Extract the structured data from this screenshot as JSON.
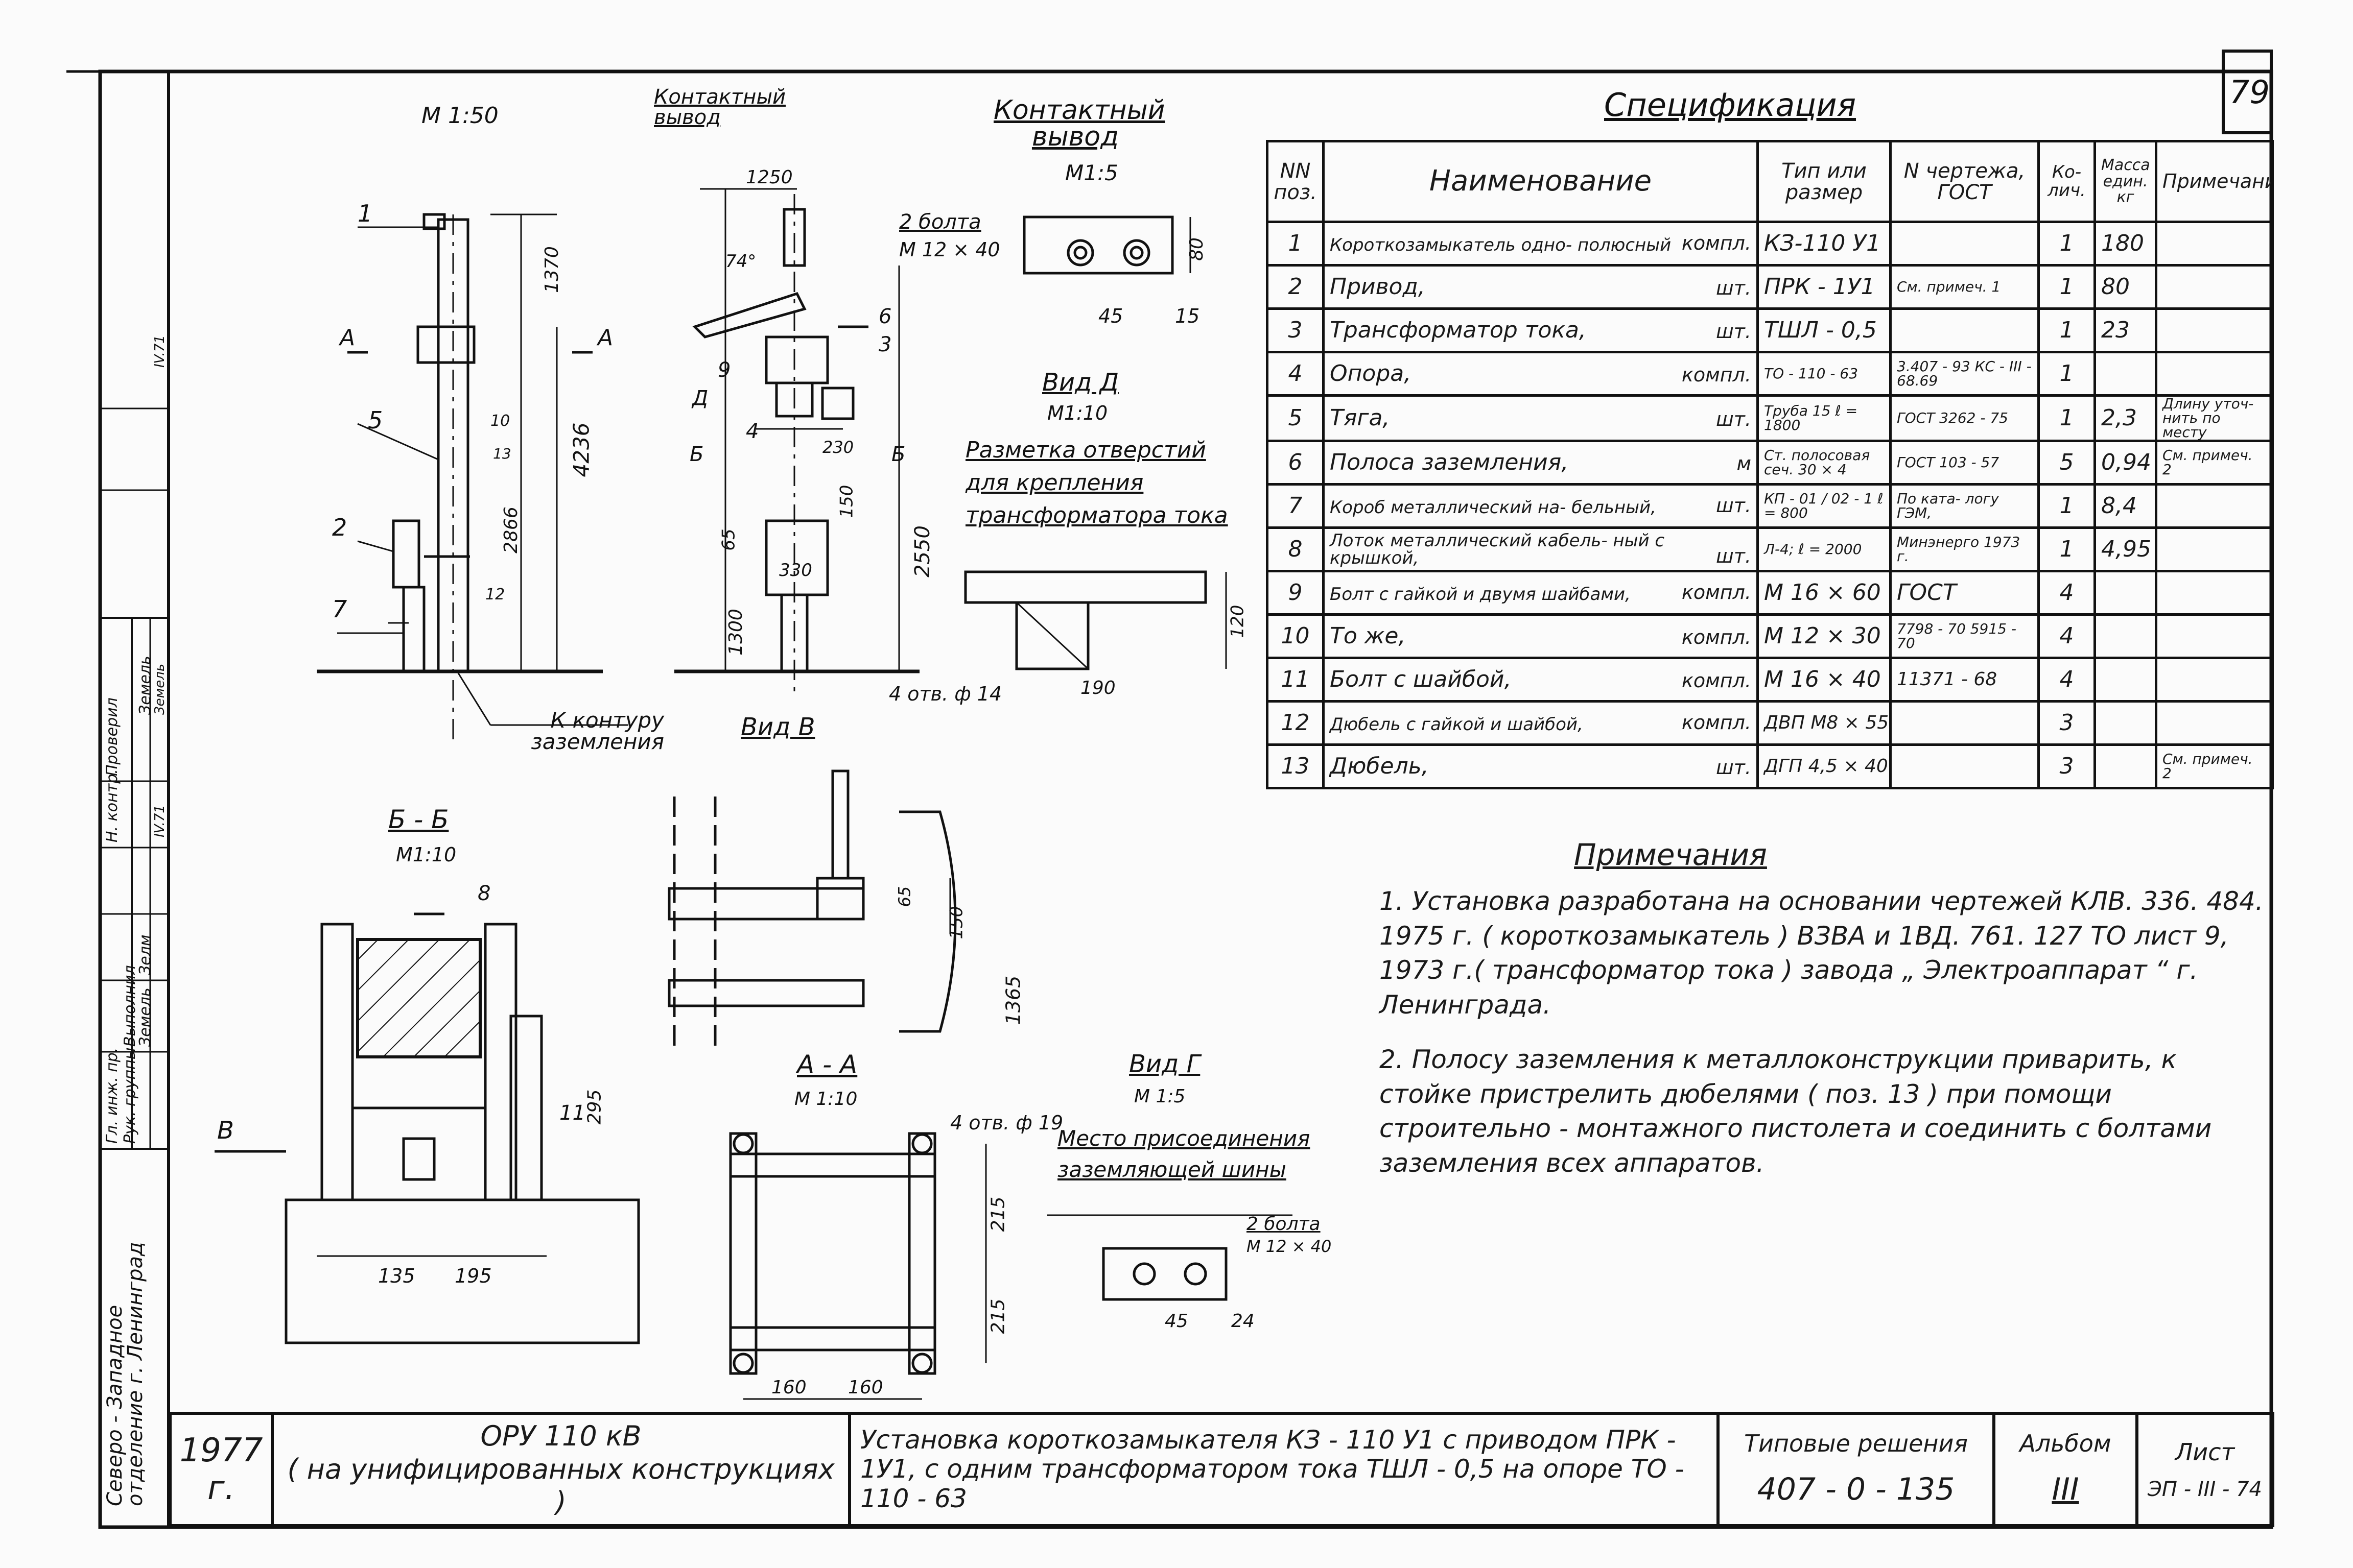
{
  "sheet": {
    "page_number": "79"
  },
  "drawings": {
    "main_scale": "М 1:50",
    "contact_lead_label": "Контактный вывод",
    "dims_main": [
      "1370",
      "4236",
      "2866",
      "1250",
      "2550",
      "1300",
      "65",
      "150",
      "330",
      "230",
      "74°",
      "120",
      "190"
    ],
    "callouts": [
      "1",
      "2",
      "3",
      "4",
      "5",
      "6",
      "7",
      "8",
      "9",
      "10",
      "11",
      "12",
      "13",
      "А",
      "Б",
      "Д"
    ],
    "ground_label": "К контуру заземления",
    "contact_detail": {
      "title": "Контактный вывод",
      "scale": "М1:5",
      "bolts": "2 болта",
      "bolt_size": "М 12 × 40",
      "dims": [
        "80",
        "45",
        "15"
      ]
    },
    "view_d": {
      "title": "Вид Д",
      "scale": "М1:10",
      "caption": "Разметка отверстий для крепления трансформатора тока",
      "holes": "4 отв. ф 14"
    },
    "view_v": {
      "title": "Вид В",
      "dims": [
        "65",
        "150",
        "1365"
      ]
    },
    "section_bb": {
      "title": "Б - Б",
      "scale": "М1:10",
      "dims": [
        "135",
        "195",
        "295"
      ],
      "arrow": "В"
    },
    "section_aa": {
      "title": "А - А",
      "scale": "М 1:10",
      "holes": "4 отв. ф 19",
      "dims": [
        "215",
        "215",
        "160",
        "160"
      ]
    },
    "view_g": {
      "title": "Вид Г",
      "scale": "М 1:5",
      "caption": "Место присоединения заземляющей шины",
      "bolts": "2 болта",
      "bolt_size": "М 12 × 40",
      "dims": [
        "45",
        "24"
      ]
    }
  },
  "spec": {
    "title": "Спецификация",
    "headers": [
      "NN поз.",
      "Наименование",
      "Тип или размер",
      "N чертежа, ГОСТ",
      "Ко- лич.",
      "Масса един. кг",
      "Примечание"
    ],
    "rows": [
      {
        "pos": "1",
        "name": "Короткозамыкатель одно- полюсный",
        "unit": "компл.",
        "type": "КЗ-110 У1",
        "gost": "",
        "qty": "1",
        "mass": "180",
        "note": ""
      },
      {
        "pos": "2",
        "name": "Привод,",
        "unit": "шт.",
        "type": "ПРК - 1У1",
        "gost": "См. примеч. 1",
        "qty": "1",
        "mass": "80",
        "note": ""
      },
      {
        "pos": "3",
        "name": "Трансформатор тока,",
        "unit": "шт.",
        "type": "ТШЛ - 0,5",
        "gost": "",
        "qty": "1",
        "mass": "23",
        "note": ""
      },
      {
        "pos": "4",
        "name": "Опора,",
        "unit": "компл.",
        "type": "ТО - 110 - 63",
        "gost": "3.407 - 93 КС - III - 68.69",
        "qty": "1",
        "mass": "",
        "note": ""
      },
      {
        "pos": "5",
        "name": "Тяга,",
        "unit": "шт.",
        "type": "Труба 15 ℓ = 1800",
        "gost": "ГОСТ 3262 - 75",
        "qty": "1",
        "mass": "2,3",
        "note": "Длину уточ- нить по месту"
      },
      {
        "pos": "6",
        "name": "Полоса заземления,",
        "unit": "м",
        "type": "Ст. полосовая сеч. 30 × 4",
        "gost": "ГОСТ 103 - 57",
        "qty": "5",
        "mass": "0,94",
        "note": "См. примеч. 2"
      },
      {
        "pos": "7",
        "name": "Короб металлический на- бельный,",
        "unit": "шт.",
        "type": "КП - 01 / 02 - 1 ℓ = 800",
        "gost": "По ката- логу ГЭМ,",
        "qty": "1",
        "mass": "8,4",
        "note": ""
      },
      {
        "pos": "8",
        "name": "Лоток металлический кабель- ный с крышкой,",
        "unit": "шт.",
        "type": "Л-4; ℓ = 2000",
        "gost": "Минэнерго 1973 г.",
        "qty": "1",
        "mass": "4,95",
        "note": ""
      },
      {
        "pos": "9",
        "name": "Болт с гайкой и двумя шайбами,",
        "unit": "компл.",
        "type": "М 16 × 60",
        "gost": "ГОСТ",
        "qty": "4",
        "mass": "",
        "note": ""
      },
      {
        "pos": "10",
        "name": "То же,",
        "unit": "компл.",
        "type": "М 12 × 30",
        "gost": "7798 - 70 5915 - 70",
        "qty": "4",
        "mass": "",
        "note": ""
      },
      {
        "pos": "11",
        "name": "Болт с шайбой,",
        "unit": "компл.",
        "type": "М 16 × 40",
        "gost": "11371 - 68",
        "qty": "4",
        "mass": "",
        "note": ""
      },
      {
        "pos": "12",
        "name": "Дюбель с гайкой и шайбой,",
        "unit": "компл.",
        "type": "ДВП М8 × 55",
        "gost": "",
        "qty": "3",
        "mass": "",
        "note": ""
      },
      {
        "pos": "13",
        "name": "Дюбель,",
        "unit": "шт.",
        "type": "ДГП 4,5 × 40",
        "gost": "",
        "qty": "3",
        "mass": "",
        "note": "См. примеч. 2"
      }
    ]
  },
  "notes": {
    "title": "Примечания",
    "items": [
      "1. Установка разработана на основании чертежей КЛВ. 336. 484. 1975 г. ( короткозамыкатель ) ВЗВА и 1ВД. 761. 127 ТО лист 9, 1973 г.( трансформатор тока ) завода „ Электроаппарат “ г. Ленинграда.",
      "2. Полосу заземления к металлоконструкции приварить, к стойке пристрелить дюбелями ( поз. 13 ) при помощи строительно - монтажного пистолета и соединить с болтами заземления всех аппаратов."
    ]
  },
  "title_block": {
    "year": "1977 г.",
    "project_line1": "ОРУ 110 кВ",
    "project_line2": "( на унифицированных конструкциях )",
    "description": "Установка короткозамыкателя КЗ - 110 У1 с приводом ПРК - 1У1, с одним трансформатором тока ТШЛ - 0,5 на опоре ТО - 110 - 63",
    "typical_label": "Типовые решения",
    "typical_number": "407 - 0 - 135",
    "album_label": "Альбом",
    "album_value": "III",
    "sheet_label": "Лист",
    "sheet_value": "ЭП - III - 74"
  },
  "side_stamp": {
    "org": "Северо - Западное отделение г. Ленинград",
    "roles": [
      "Гл. инж. пр.",
      "Рук. группы",
      "Н. контр.",
      "Проверил",
      "Выполнил"
    ],
    "names": [
      "Земель",
      "Зелм",
      "Земель",
      "Земель"
    ],
    "dates": [
      "IV.71",
      "IV.71"
    ]
  }
}
